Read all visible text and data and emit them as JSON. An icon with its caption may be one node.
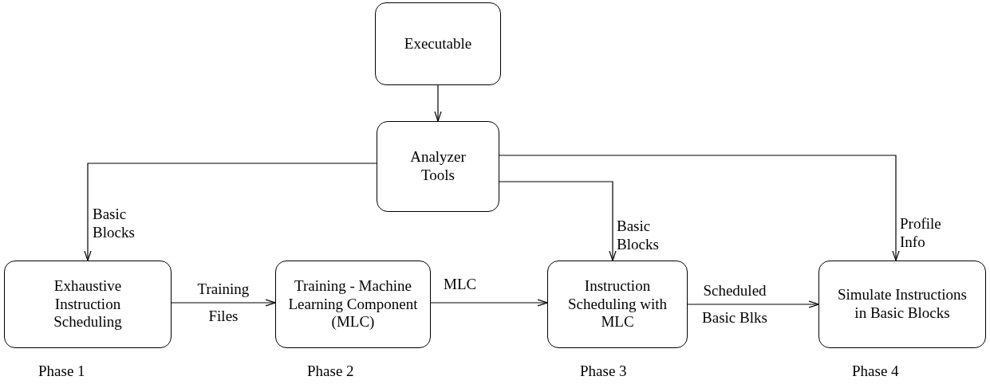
{
  "diagram": {
    "nodes": [
      {
        "text": [
          "Executable"
        ]
      },
      {
        "text": [
          "Analyzer Tools"
        ]
      },
      {
        "text": [
          "Exhaustive Instruction Scheduling"
        ],
        "beside": [
          "Phase 1"
        ]
      },
      {
        "text": [
          "Training - Machine Learning Component (MLC)"
        ],
        "beside": [
          "Phase 2"
        ]
      },
      {
        "text": [
          "Instruction Scheduling with MLC"
        ],
        "beside": [
          "Phase 3"
        ]
      },
      {
        "text": [
          "Simulate Instructions in Basic Blocks"
        ],
        "beside": [
          "Phase 4"
        ]
      }
    ],
    "edges": [
      {
        "from": 0,
        "to": 1,
        "arrow": "to"
      },
      {
        "from": 1,
        "to": 2,
        "arrow": "to",
        "label": "Basic Blocks"
      },
      {
        "from": 2,
        "to": 3,
        "arrow": "to",
        "label": "Training Files"
      },
      {
        "from": 3,
        "to": 4,
        "arrow": "to",
        "label": "MLC"
      },
      {
        "from": 1,
        "to": 4,
        "arrow": "to",
        "label": "Basic Blocks"
      },
      {
        "from": 1,
        "to": 5,
        "arrow": "to",
        "label": "Profile Info"
      },
      {
        "from": 4,
        "to": 5,
        "arrow": "to",
        "label": "Scheduled Basic Blks"
      }
    ]
  }
}
